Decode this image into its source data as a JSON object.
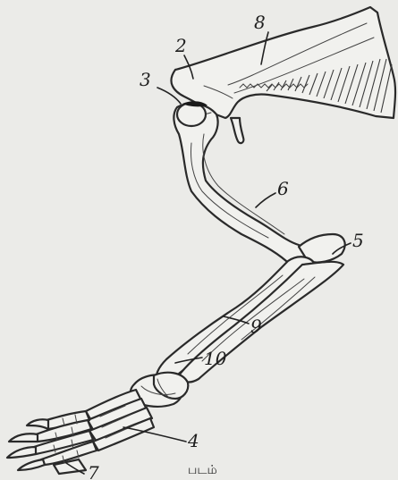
{
  "labels": {
    "l2": "2",
    "l3": "3",
    "l4": "4",
    "l5": "5",
    "l6": "6",
    "l7": "7",
    "l8": "8",
    "l9": "9",
    "l10": "10"
  },
  "caption": "படம்"
}
